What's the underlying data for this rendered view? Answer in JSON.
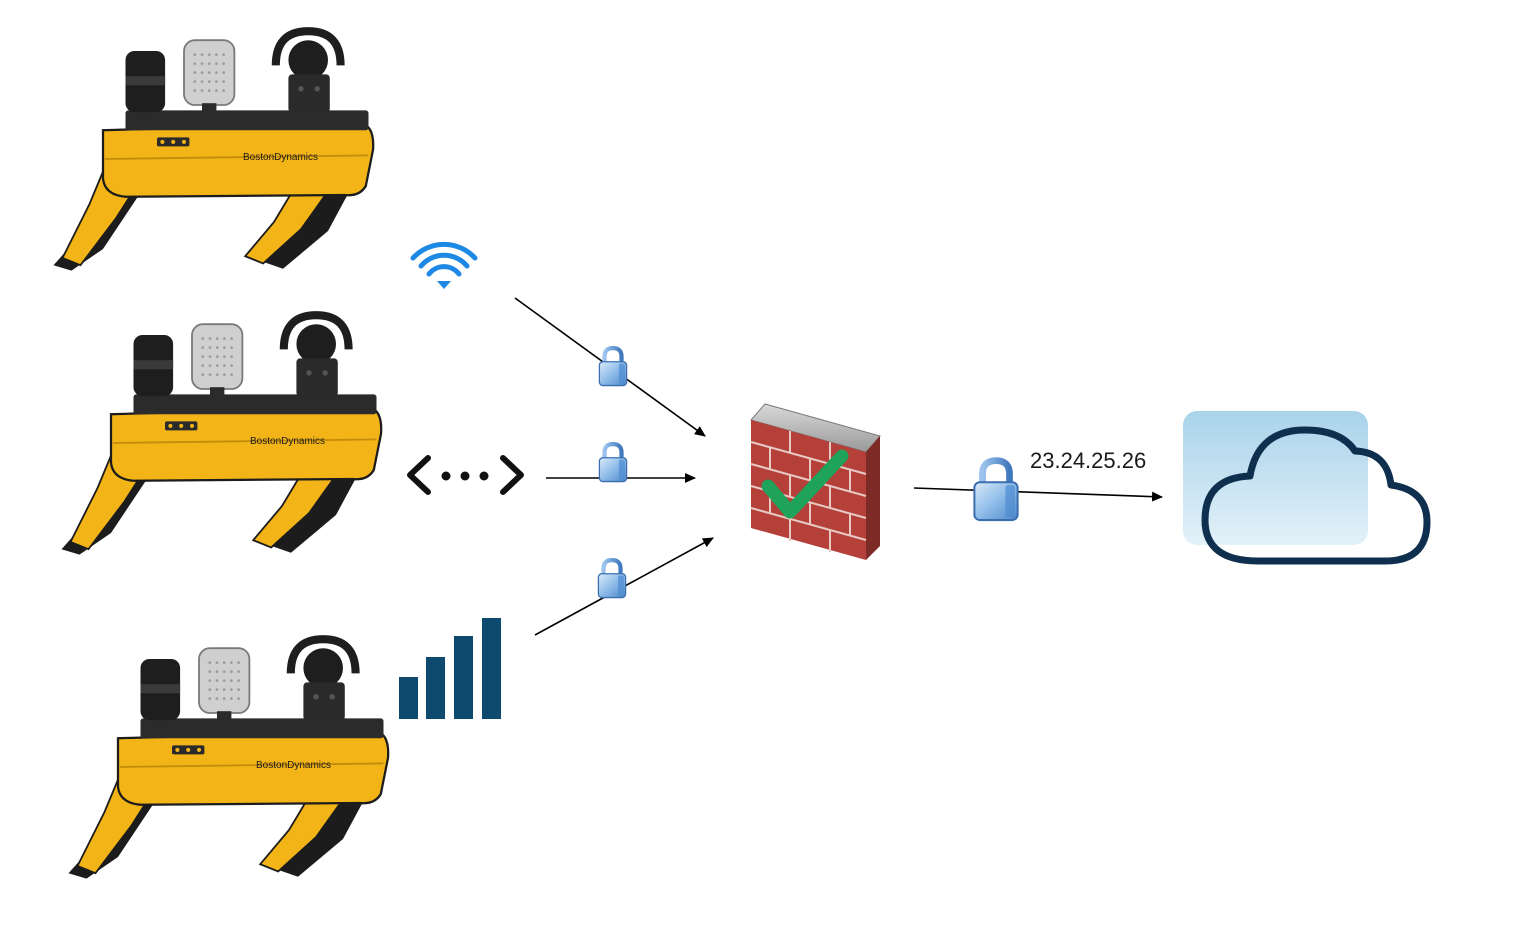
{
  "robots": [
    {
      "brand": "BostonDynamics"
    },
    {
      "brand": "BostonDynamics"
    },
    {
      "brand": "BostonDynamics"
    }
  ],
  "connections": {
    "wifi": {
      "icon": "wifi-icon",
      "color": "#1e88e5"
    },
    "ethernet": {
      "icon": "code-arrows-icon",
      "color": "#111111"
    },
    "cellular": {
      "icon": "cellular-signal-icon",
      "color": "#0e4a6e"
    }
  },
  "firewall": {
    "icon": "firewall-icon"
  },
  "uplink": {
    "ip_address": "23.24.25.26"
  },
  "cloud": {
    "icon": "cloud-icon",
    "stroke_color": "#0f2f4f"
  },
  "colors": {
    "robot_yellow": "#f2b417",
    "lock_blue": "#7fb2e6",
    "brick_red": "#b5403a",
    "check_green": "#1fa35a"
  }
}
